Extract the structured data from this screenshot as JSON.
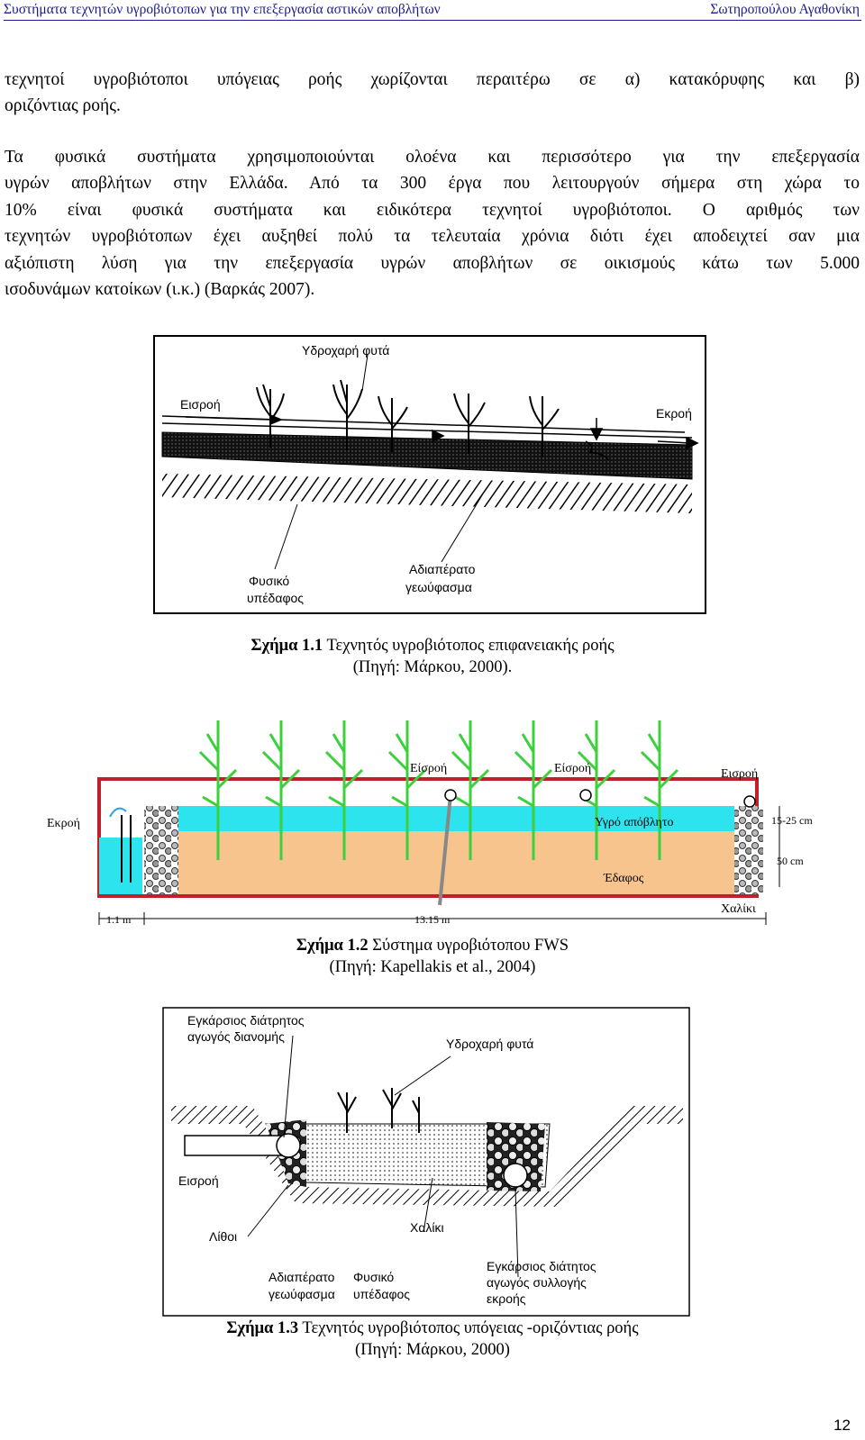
{
  "header": {
    "title": "Συστήματα τεχνητών υγροβιότοπων για την επεξεργασία αστικών αποβλήτων",
    "author": "Σωτηροπούλου Αγαθονίκη"
  },
  "paragraph1": [
    "τεχνητοί υγροβιότοποι υπόγειας ροής χωρίζονται περαιτέρω σε α) κατακόρυφης και β)",
    "οριζόντιας ροής."
  ],
  "paragraph2": [
    "Τα φυσικά συστήματα χρησιμοποιούνται ολοένα και περισσότερο για την επεξεργασία",
    "υγρών αποβλήτων στην Ελλάδα. Από τα 300 έργα που λειτουργούν σήμερα στη χώρα το",
    "10% είναι φυσικά συστήματα και ειδικότερα τεχνητοί υγροβιότοποι. Ο αριθμός των",
    "τεχνητών υγροβιότοπων έχει αυξηθεί πολύ τα τελευταία χρόνια διότι έχει αποδειχτεί σαν μια",
    "αξιόπιστη λύση για την επεξεργασία υγρών αποβλήτων σε οικισμούς κάτω των 5.000",
    "ισοδυνάμων κατοίκων (ι.κ.) (Βαρκάς 2007)."
  ],
  "figure1": {
    "labels": {
      "plants": "Υδροχαρή φυτά",
      "inflow": "Εισροή",
      "outflow": "Εκροή",
      "natural_ground_1": "Φυσικό",
      "natural_ground_2": "υπέδαφος",
      "geomembrane_1": "Αδιαπέρατο",
      "geomembrane_2": "γεωύφασμα"
    },
    "caption_num": "Σχήμα 1.1",
    "caption_text": " Τεχνητός υγροβιότοπος επιφανειακής ροής",
    "source": "(Πηγή: Μάρκου, 2000)."
  },
  "figure2": {
    "labels": {
      "inflow_a": "Είσροή",
      "inflow_b": "Είσροή",
      "inflow_c": "Εισροή",
      "outflow": "Εκροή",
      "wastewater": "Υγρό απόβλητο",
      "soil": "Έδαφος",
      "gravel": "Χαλίκι",
      "depth_water": "15-25 cm",
      "depth_soil": "50 cm",
      "len_outlet": "1.1 m",
      "len_bed": "13.15 m"
    },
    "colors": {
      "water": "#2de4ee",
      "soil": "#f8c48e",
      "plant": "#3cd03c",
      "frame": "#c0202a"
    },
    "caption_num": "Σχήμα 1.2",
    "caption_text": " Σύστημα υγροβιότοπου FWS",
    "source": "(Πηγή: Kapellakis et al., 2004)"
  },
  "figure3": {
    "labels": {
      "pipe_1": "Εγκάρσιος διάτρητος",
      "pipe_2": "αγωγός διανομής",
      "plants": "Υδροχαρή φυτά",
      "inflow": "Εισροή",
      "stones": "Λίθοι",
      "gravel": "Χαλίκι",
      "geomembrane_1": "Αδιαπέρατο",
      "geomembrane_2": "γεωύφασμα",
      "natural_ground_1": "Φυσικό",
      "natural_ground_2": "υπέδαφος",
      "collect_1": "Εγκάρσιος διάτητος",
      "collect_2": "αγωγός συλλογής",
      "collect_3": "εκροής"
    },
    "caption_num": "Σχήμα 1.3",
    "caption_text": " Τεχνητός υγροβιότοπος υπόγειας -οριζόντιας ροής",
    "source": "(Πηγή: Μάρκου, 2000)"
  },
  "page_number": "12"
}
